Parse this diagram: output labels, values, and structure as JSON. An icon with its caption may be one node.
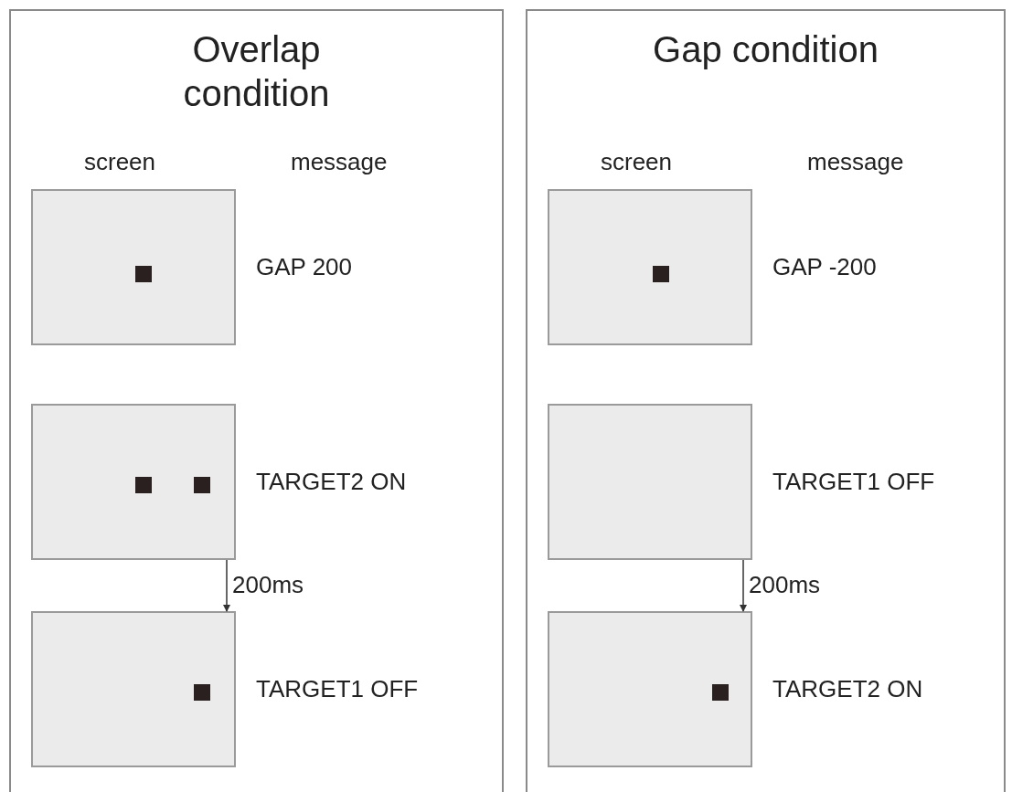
{
  "diagram": {
    "nodes": [
      {
        "text": [
          "Overlap condition"
        ]
      },
      {
        "text": [],
        "shape": "box",
        "in": 0,
        "beside": [
          "GAP 200"
        ]
      },
      {
        "text": [],
        "shape": "box",
        "in": 0,
        "beside": [
          "TARGET2 ON"
        ]
      },
      {
        "text": [],
        "shape": "box",
        "in": 0,
        "beside": [
          "TARGET1 OFF"
        ]
      },
      {
        "text": [
          "Gap condition"
        ]
      },
      {
        "text": [],
        "shape": "box",
        "in": 4,
        "beside": [
          "GAP -200"
        ]
      },
      {
        "text": [],
        "shape": "box",
        "in": 4,
        "beside": [
          "TARGET1 OFF"
        ]
      },
      {
        "text": [],
        "shape": "box",
        "in": 4,
        "beside": [
          "TARGET2 ON"
        ]
      }
    ],
    "edges": [
      {
        "from": 2,
        "to": 3,
        "arrow": "to",
        "label": "200ms"
      },
      {
        "from": 6,
        "to": 7,
        "arrow": "to",
        "label": "200ms"
      }
    ],
    "labels": [
      "screen",
      "message",
      "screen",
      "message"
    ]
  }
}
